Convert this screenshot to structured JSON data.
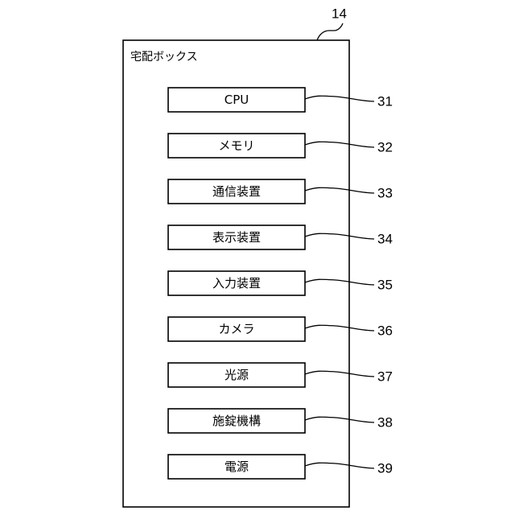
{
  "device": {
    "ref": "14",
    "title": "宅配ボックス"
  },
  "components": [
    {
      "label": "CPU",
      "ref": "31"
    },
    {
      "label": "メモリ",
      "ref": "32"
    },
    {
      "label": "通信装置",
      "ref": "33"
    },
    {
      "label": "表示装置",
      "ref": "34"
    },
    {
      "label": "入力装置",
      "ref": "35"
    },
    {
      "label": "カメラ",
      "ref": "36"
    },
    {
      "label": "光源",
      "ref": "37"
    },
    {
      "label": "施錠機構",
      "ref": "38"
    },
    {
      "label": "電源",
      "ref": "39"
    }
  ]
}
